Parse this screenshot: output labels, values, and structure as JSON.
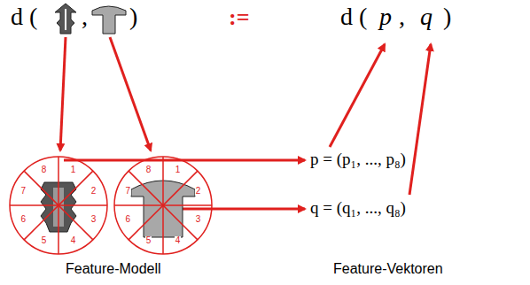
{
  "diagram": {
    "nodes": [
      {
        "text": [
          "1",
          "2",
          "3",
          "4",
          "5",
          "6",
          "7",
          "8"
        ]
      },
      {
        "text": [
          "1",
          "2",
          "3",
          "4",
          "5",
          "6",
          "7",
          "8"
        ]
      }
    ],
    "labels": [
      "d (",
      ",",
      ")",
      ":=",
      "d (",
      "p",
      ",",
      "q",
      ")",
      "p = (p₁, ..., p₈)",
      "q = (q₁, ..., q₈)",
      "Feature-Modell",
      "Feature-Vektoren"
    ]
  }
}
